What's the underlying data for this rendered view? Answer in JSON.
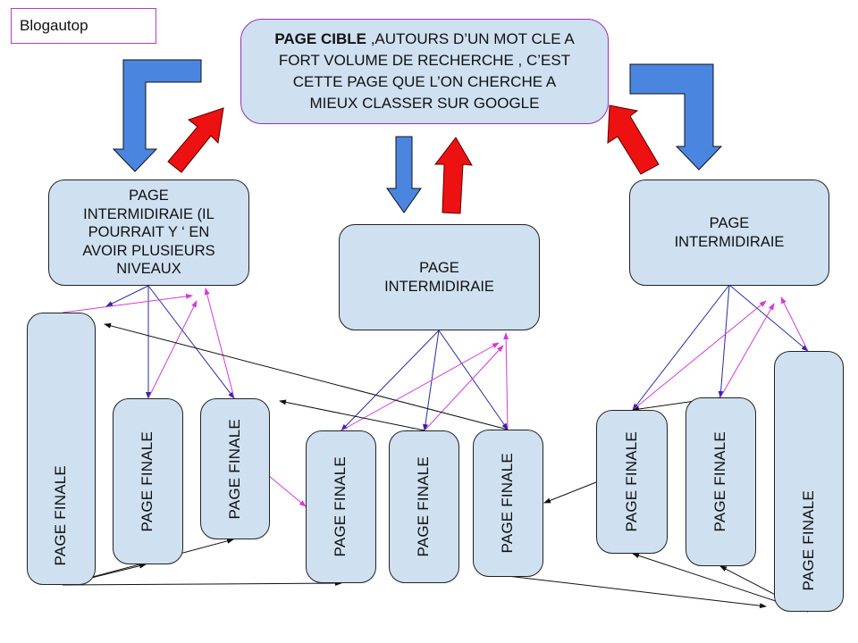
{
  "title_label": "Blogautop",
  "target_page": {
    "bold_label": "PAGE CIBLE",
    "lines": [
      " ,AUTOURS D’UN  MOT CLE A",
      "FORT VOLUME DE RECHERCHE , C’EST",
      "CETTE PAGE QUE L’ON CHERCHE A",
      "MIEUX CLASSER SUR GOOGLE"
    ]
  },
  "intermediate_pages": [
    {
      "lines": [
        "PAGE",
        "INTERMIDIRAIE (IL",
        "POURRAIT Y ‘ EN",
        "AVOIR PLUSIEURS",
        "NIVEAUX"
      ]
    },
    {
      "lines": [
        "PAGE",
        "INTERMIDIRAIE"
      ]
    },
    {
      "lines": [
        "PAGE",
        "INTERMIDIRAIE"
      ]
    }
  ],
  "final_pages": [
    {
      "label": "PAGE FINALE",
      "group": "left"
    },
    {
      "label": "PAGE FINALE",
      "group": "left"
    },
    {
      "label": "PAGE FINALE",
      "group": "left"
    },
    {
      "label": "PAGE FINALE",
      "group": "center"
    },
    {
      "label": "PAGE FINALE",
      "group": "center"
    },
    {
      "label": "PAGE FINALE",
      "group": "center"
    },
    {
      "label": "PAGE FINALE",
      "group": "right"
    },
    {
      "label": "PAGE FINALE",
      "group": "right"
    },
    {
      "label": "PAGE FINALE",
      "group": "right"
    }
  ],
  "colors": {
    "node_fill": "#cfe0f1",
    "down_arrow": "#4a86e0",
    "up_arrow": "#ee1111",
    "parent_link": "#2a2aa8",
    "sibling_link": "#d63ad6",
    "cross_link": "#111111",
    "title_border": "#b43bc9"
  },
  "legend_semantics": {
    "blue_arrows": "link from target to intermediate",
    "red_arrows": "link from intermediate back to target"
  }
}
